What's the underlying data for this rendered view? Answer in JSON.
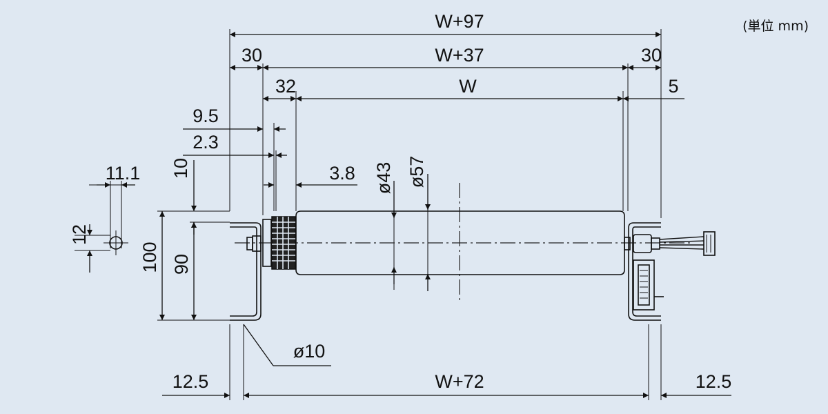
{
  "unit_note": "(単位 mm)",
  "dimensions": {
    "w_plus_97": "W+97",
    "w_plus_37": "W+37",
    "w": "W",
    "left_30": "30",
    "right_30": "30",
    "d32": "32",
    "right_5": "5",
    "d9_5": "9.5",
    "d2_3": "2.3",
    "d10": "10",
    "d3_8": "3.8",
    "d11_1": "11.1",
    "d12": "12",
    "d100": "100",
    "d90": "90",
    "phi43": "ø43",
    "phi57": "ø57",
    "phi10": "ø10",
    "left_12_5": "12.5",
    "w_plus_72": "W+72",
    "right_12_5": "12.5"
  }
}
